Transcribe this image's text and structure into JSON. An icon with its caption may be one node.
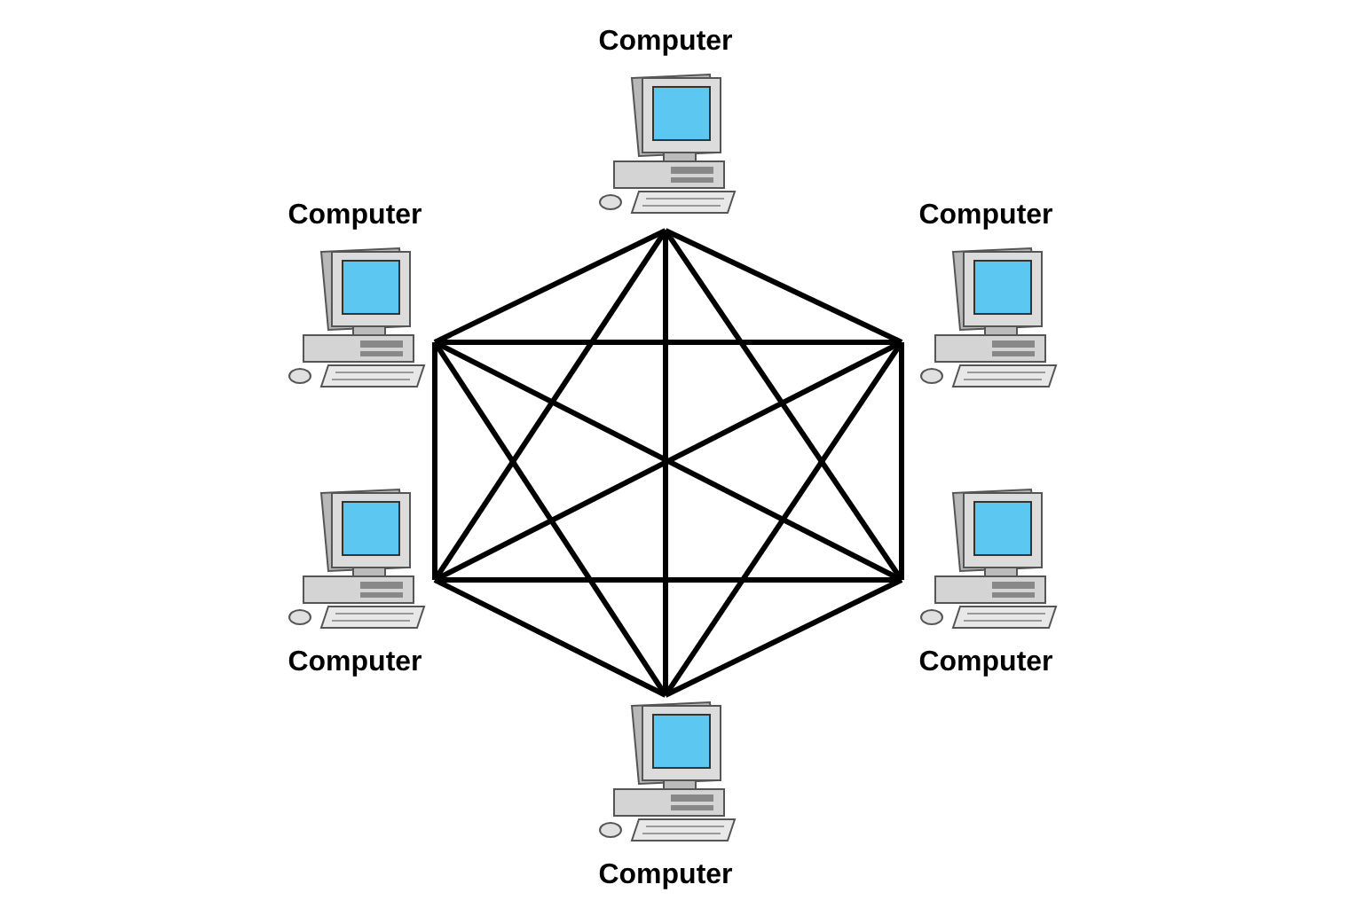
{
  "diagram": {
    "nodes": [
      {
        "text": [
          "Computer"
        ]
      },
      {
        "text": [
          "Computer"
        ]
      },
      {
        "text": [
          "Computer"
        ]
      },
      {
        "text": [
          "Computer"
        ]
      },
      {
        "text": [
          "Computer"
        ]
      },
      {
        "text": [
          "Computer"
        ]
      }
    ],
    "edges": [
      {
        "from": 0,
        "to": 1,
        "arrow": "none"
      },
      {
        "from": 0,
        "to": 2,
        "arrow": "none"
      },
      {
        "from": 0,
        "to": 3,
        "arrow": "none"
      },
      {
        "from": 0,
        "to": 4,
        "arrow": "none"
      },
      {
        "from": 0,
        "to": 5,
        "arrow": "none"
      },
      {
        "from": 1,
        "to": 2,
        "arrow": "none"
      },
      {
        "from": 1,
        "to": 3,
        "arrow": "none"
      },
      {
        "from": 1,
        "to": 4,
        "arrow": "none"
      },
      {
        "from": 1,
        "to": 5,
        "arrow": "none"
      },
      {
        "from": 2,
        "to": 3,
        "arrow": "none"
      },
      {
        "from": 2,
        "to": 4,
        "arrow": "none"
      },
      {
        "from": 2,
        "to": 5,
        "arrow": "none"
      },
      {
        "from": 3,
        "to": 4,
        "arrow": "none"
      },
      {
        "from": 3,
        "to": 5,
        "arrow": "none"
      },
      {
        "from": 4,
        "to": 5,
        "arrow": "none"
      }
    ]
  }
}
